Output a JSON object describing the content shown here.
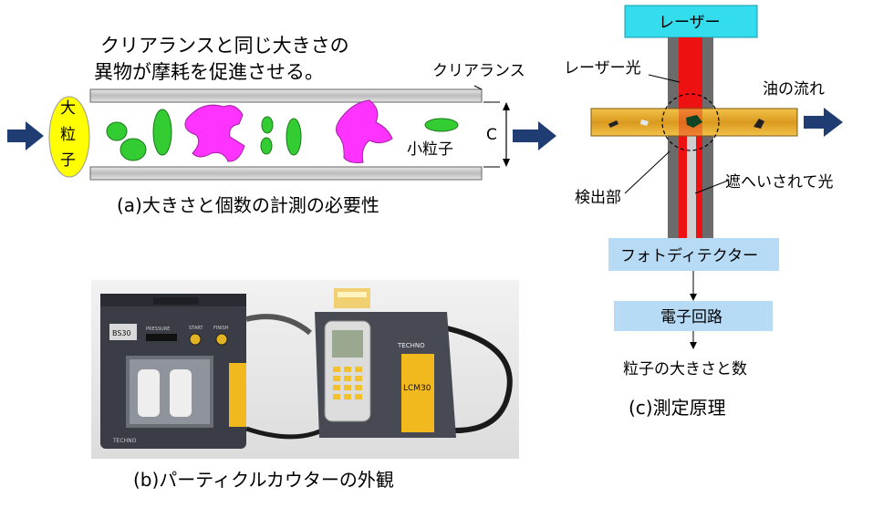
{
  "panel_a": {
    "heading_line1": "クリアランスと同じ大きさの",
    "heading_line2": "異物が摩耗を促進させる。",
    "clearance_label": "クリアランス",
    "large_particle_1": "大",
    "large_particle_2": "粒",
    "large_particle_3": "子",
    "small_particle_label": "小粒子",
    "gap_symbol": "C",
    "caption": "(a)大きさと個数の計測の必要性"
  },
  "panel_b": {
    "unit1_model": "BS30",
    "unit1_pressure": "PRESSURE",
    "unit1_start": "START",
    "unit1_finish": "FINISH",
    "unit1_brand": "TECHNO",
    "unit2_model": "LCM30",
    "unit2_brand": "TECHNO",
    "caption": "(b)パーティクルカウターの外観"
  },
  "panel_c": {
    "laser_label": "レーザー",
    "laser_light_label": "レーザー光",
    "oil_flow_label": "油の流れ",
    "detector_label": "検出部",
    "blocked_light_label": "遮へいされて光",
    "photodetector_label": "フォトディテクター",
    "circuit_label": "電子回路",
    "output_label": "粒子の大きさと数",
    "caption": "(c)測定原理"
  },
  "colors": {
    "arrow_navy": "#1f3d73",
    "pipe_gray": "#c9c9c9",
    "particle_green": "#33cc33",
    "particle_magenta": "#ff33ff",
    "large_yellow": "#ffff00",
    "box_lightblue": "#b7dbf5",
    "laser_red": "#ee1111",
    "oil_orange": "#e8a82a",
    "laser_box_cyan": "#33ddee"
  }
}
